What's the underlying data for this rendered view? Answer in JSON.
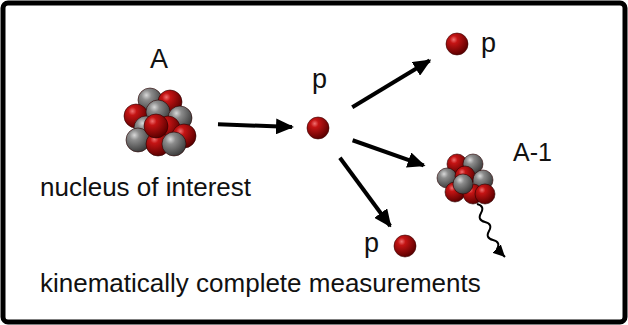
{
  "diagram": {
    "nodes": [
      {
        "text": [
          "A",
          "nucleus of interest"
        ]
      },
      {
        "text": [
          "p"
        ]
      },
      {
        "text": [
          "p"
        ]
      },
      {
        "text": [
          "A-1"
        ]
      },
      {
        "text": [
          "p"
        ]
      }
    ],
    "edges": [
      {
        "from": 0,
        "to": 1,
        "arrow": "to"
      },
      {
        "from": 1,
        "to": 2,
        "arrow": "to"
      },
      {
        "from": 1,
        "to": 3,
        "arrow": "to"
      },
      {
        "from": 1,
        "to": 4,
        "arrow": "to"
      }
    ],
    "labels": [
      "kinematically complete measurements"
    ]
  }
}
